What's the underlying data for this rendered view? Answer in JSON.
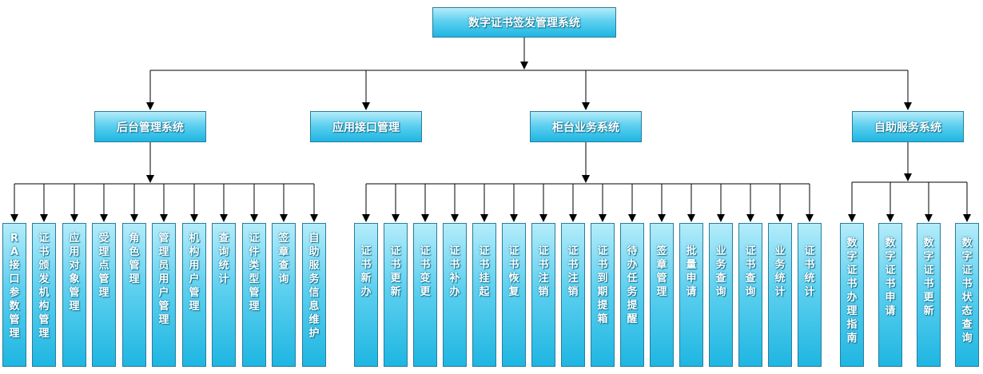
{
  "root": {
    "title": "数字证书签发管理系统"
  },
  "level1": [
    {
      "title": "后台管理系统"
    },
    {
      "title": "应用接口管理"
    },
    {
      "title": "柜台业务系统"
    },
    {
      "title": "自助服务系统"
    }
  ],
  "backend": [
    {
      "label": "RA接口参数管理"
    },
    {
      "label": "证书颁发机构管理"
    },
    {
      "label": "应用对象管理"
    },
    {
      "label": "受理点管理"
    },
    {
      "label": "角色管理"
    },
    {
      "label": "管理员用户管理"
    },
    {
      "label": "机构用户管理"
    },
    {
      "label": "查询统计"
    },
    {
      "label": "证件类型管理"
    },
    {
      "label": "签章查询"
    },
    {
      "label": "自助服务信息维护"
    }
  ],
  "counter": [
    {
      "label": "证书新办"
    },
    {
      "label": "证书更新"
    },
    {
      "label": "证书变更"
    },
    {
      "label": "证书补办"
    },
    {
      "label": "证书挂起"
    },
    {
      "label": "证书恢复"
    },
    {
      "label": "证书注销"
    },
    {
      "label": "证书注销"
    },
    {
      "label": "证书到期提箱"
    },
    {
      "label": "待办任务提醒"
    },
    {
      "label": "签章管理"
    },
    {
      "label": "批量申请"
    },
    {
      "label": "业务查询"
    },
    {
      "label": "证书查询"
    },
    {
      "label": "业务统计"
    },
    {
      "label": "证书统计"
    }
  ],
  "selfservice": [
    {
      "label": "数字证书办理指南"
    },
    {
      "label": "数字证书申请"
    },
    {
      "label": "数字证书更新"
    },
    {
      "label": "数字证书状态查询"
    }
  ]
}
